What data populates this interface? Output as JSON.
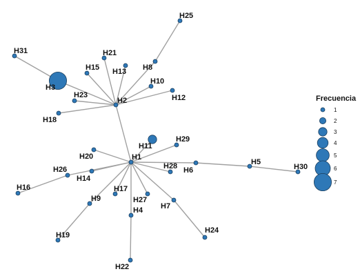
{
  "colors": {
    "node_fill": "#2e78b7",
    "node_stroke": "#1a3d5c",
    "edge": "#a0a0a0"
  },
  "nodes": [
    {
      "id": "H1",
      "label": "H1",
      "freq": 1
    },
    {
      "id": "H2",
      "label": "H2",
      "freq": 1
    },
    {
      "id": "H3",
      "label": "H3",
      "freq": 7
    },
    {
      "id": "H4",
      "label": "H4",
      "freq": 1
    },
    {
      "id": "H5",
      "label": "H5",
      "freq": 1
    },
    {
      "id": "H6",
      "label": "H6",
      "freq": 1
    },
    {
      "id": "H7",
      "label": "H7",
      "freq": 1
    },
    {
      "id": "H8",
      "label": "H8",
      "freq": 1
    },
    {
      "id": "H9",
      "label": "H9",
      "freq": 1
    },
    {
      "id": "H10",
      "label": "H10",
      "freq": 1
    },
    {
      "id": "H11",
      "label": "H11",
      "freq": 3
    },
    {
      "id": "H12",
      "label": "H12",
      "freq": 1
    },
    {
      "id": "H13",
      "label": "H13",
      "freq": 1
    },
    {
      "id": "H14",
      "label": "H14",
      "freq": 1
    },
    {
      "id": "H15",
      "label": "H15",
      "freq": 1
    },
    {
      "id": "H16",
      "label": "H16",
      "freq": 1
    },
    {
      "id": "H17",
      "label": "H17",
      "freq": 1
    },
    {
      "id": "H18",
      "label": "H18",
      "freq": 1
    },
    {
      "id": "H19",
      "label": "H19",
      "freq": 1
    },
    {
      "id": "H20",
      "label": "H20",
      "freq": 1
    },
    {
      "id": "H21",
      "label": "H21",
      "freq": 1
    },
    {
      "id": "H22",
      "label": "H22",
      "freq": 1
    },
    {
      "id": "H23",
      "label": "H23",
      "freq": 1
    },
    {
      "id": "H24",
      "label": "H24",
      "freq": 1
    },
    {
      "id": "H25",
      "label": "H25",
      "freq": 1
    },
    {
      "id": "H26",
      "label": "H26",
      "freq": 1
    },
    {
      "id": "H27",
      "label": "H27",
      "freq": 1
    },
    {
      "id": "H28",
      "label": "H28",
      "freq": 1
    },
    {
      "id": "H29",
      "label": "H29",
      "freq": 1
    },
    {
      "id": "H30",
      "label": "H30",
      "freq": 1
    },
    {
      "id": "H31",
      "label": "H31",
      "freq": 1
    }
  ],
  "edges": [
    [
      "H2",
      "H1"
    ],
    [
      "H2",
      "H3"
    ],
    [
      "H3",
      "H31"
    ],
    [
      "H2",
      "H15"
    ],
    [
      "H2",
      "H21"
    ],
    [
      "H2",
      "H13"
    ],
    [
      "H2",
      "H8"
    ],
    [
      "H8",
      "H25"
    ],
    [
      "H2",
      "H10"
    ],
    [
      "H2",
      "H12"
    ],
    [
      "H2",
      "H23"
    ],
    [
      "H2",
      "H18"
    ],
    [
      "H1",
      "H11"
    ],
    [
      "H1",
      "H29"
    ],
    [
      "H1",
      "H20"
    ],
    [
      "H1",
      "H14"
    ],
    [
      "H1",
      "H26"
    ],
    [
      "H26",
      "H16"
    ],
    [
      "H1",
      "H28"
    ],
    [
      "H1",
      "H6"
    ],
    [
      "H6",
      "H5"
    ],
    [
      "H5",
      "H30"
    ],
    [
      "H1",
      "H9"
    ],
    [
      "H9",
      "H19"
    ],
    [
      "H1",
      "H17"
    ],
    [
      "H1",
      "H27"
    ],
    [
      "H1",
      "H4"
    ],
    [
      "H4",
      "H22"
    ],
    [
      "H1",
      "H7"
    ],
    [
      "H7",
      "H24"
    ]
  ],
  "legend": {
    "title": "Frecuencia",
    "items": [
      {
        "label": "1",
        "freq": 1
      },
      {
        "label": "2",
        "freq": 2
      },
      {
        "label": "3",
        "freq": 3
      },
      {
        "label": "4",
        "freq": 4
      },
      {
        "label": "5",
        "freq": 5
      },
      {
        "label": "6",
        "freq": 6
      },
      {
        "label": "7",
        "freq": 7
      }
    ]
  }
}
